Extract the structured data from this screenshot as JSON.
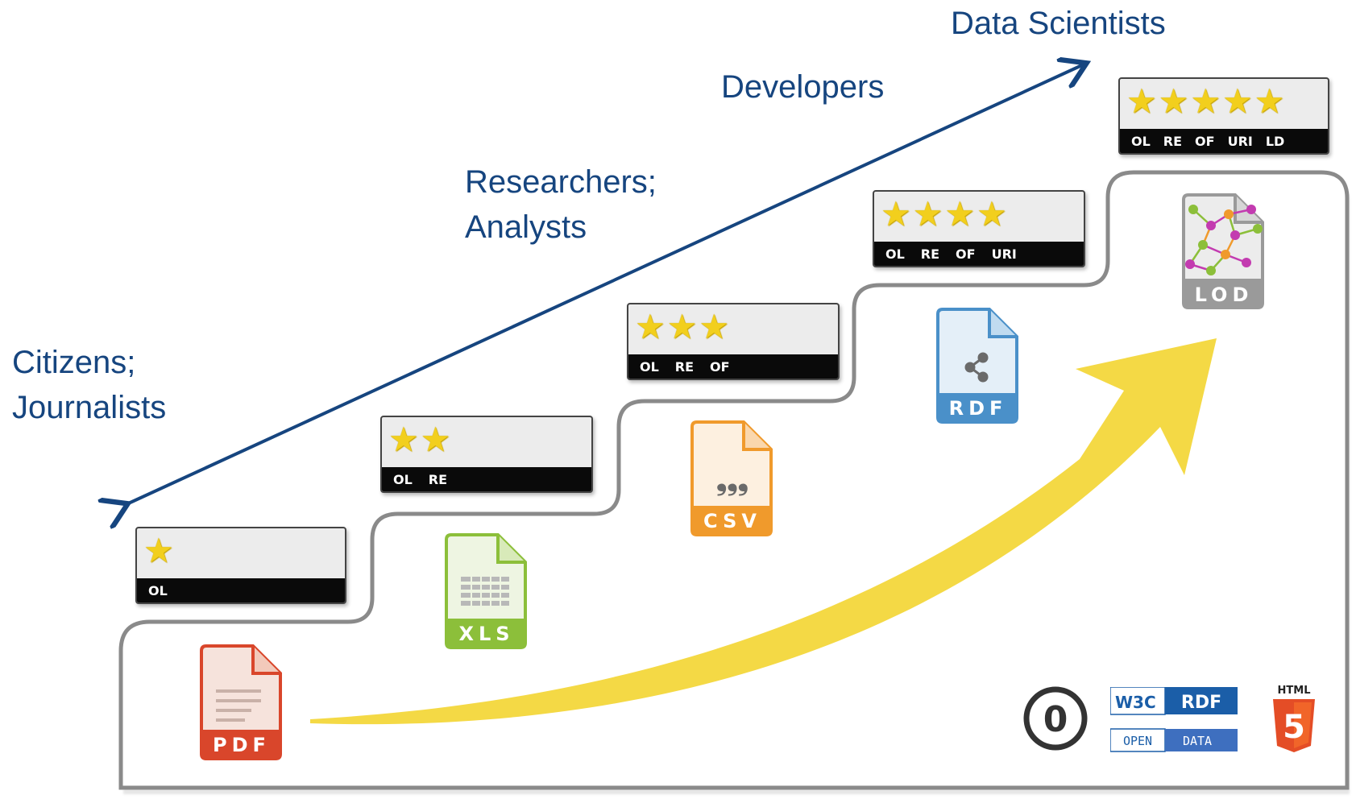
{
  "audiences": {
    "citizens": [
      "Citizens;",
      "Journalists"
    ],
    "researchers": [
      "Researchers;",
      "Analysts"
    ],
    "developers": "Developers",
    "data_scientists": "Data Scientists"
  },
  "levels": [
    {
      "stars": 1,
      "codes": [
        "OL"
      ]
    },
    {
      "stars": 2,
      "codes": [
        "OL",
        "RE"
      ]
    },
    {
      "stars": 3,
      "codes": [
        "OL",
        "RE",
        "OF"
      ]
    },
    {
      "stars": 4,
      "codes": [
        "OL",
        "RE",
        "OF",
        "URI"
      ]
    },
    {
      "stars": 5,
      "codes": [
        "OL",
        "RE",
        "OF",
        "URI",
        "LD"
      ]
    }
  ],
  "files": {
    "pdf": {
      "label": "PDF",
      "color": "#d9462b"
    },
    "xls": {
      "label": "XLS",
      "color": "#8cbf3a"
    },
    "csv": {
      "label": "CSV",
      "color": "#f09a2c"
    },
    "rdf": {
      "label": "RDF",
      "color": "#4a90c9"
    },
    "lod": {
      "label": "LOD",
      "color": "#9a9a9a"
    }
  },
  "logos": {
    "cc_zero": "0",
    "w3c": "W3C",
    "rdf": "RDF",
    "open": "OPEN",
    "data": "DATA",
    "html": "HTML",
    "html_num": "5"
  },
  "colors": {
    "audience_text": "#16457f",
    "arrow": "#16457f",
    "star": "#f2cf1d",
    "swoosh": "#f3d635",
    "staircase": "#8a8a8a"
  }
}
